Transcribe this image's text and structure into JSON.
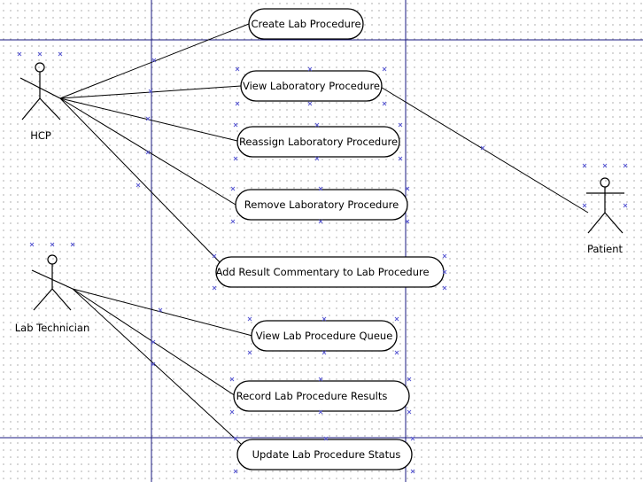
{
  "actors": [
    {
      "id": "hcp",
      "label": "HCP"
    },
    {
      "id": "lab-technician",
      "label": "Lab Technician"
    },
    {
      "id": "patient",
      "label": "Patient"
    }
  ],
  "use_cases": [
    {
      "id": "uc-create",
      "label": "Create Lab Procedure"
    },
    {
      "id": "uc-view",
      "label": "View Laboratory Procedure"
    },
    {
      "id": "uc-reassign",
      "label": "Reassign Laboratory Procedure"
    },
    {
      "id": "uc-remove",
      "label": "Remove Laboratory Procedure"
    },
    {
      "id": "uc-commentary",
      "label": "Add Result Commentary to Lab Procedure"
    },
    {
      "id": "uc-queue",
      "label": "View Lab Procedure Queue"
    },
    {
      "id": "uc-record",
      "label": "Record Lab Procedure Results"
    },
    {
      "id": "uc-update",
      "label": "Update Lab Procedure Status"
    }
  ],
  "associations": [
    {
      "actor": "hcp",
      "use_case": "uc-create"
    },
    {
      "actor": "hcp",
      "use_case": "uc-view"
    },
    {
      "actor": "hcp",
      "use_case": "uc-reassign"
    },
    {
      "actor": "hcp",
      "use_case": "uc-remove"
    },
    {
      "actor": "hcp",
      "use_case": "uc-commentary"
    },
    {
      "actor": "patient",
      "use_case": "uc-view"
    },
    {
      "actor": "lab-technician",
      "use_case": "uc-queue"
    },
    {
      "actor": "lab-technician",
      "use_case": "uc-record"
    },
    {
      "actor": "lab-technician",
      "use_case": "uc-update"
    }
  ],
  "colors": {
    "boundary": "#1a1a80",
    "handle": "#5a5ad2",
    "grid_dot": "#b4b4b4"
  }
}
